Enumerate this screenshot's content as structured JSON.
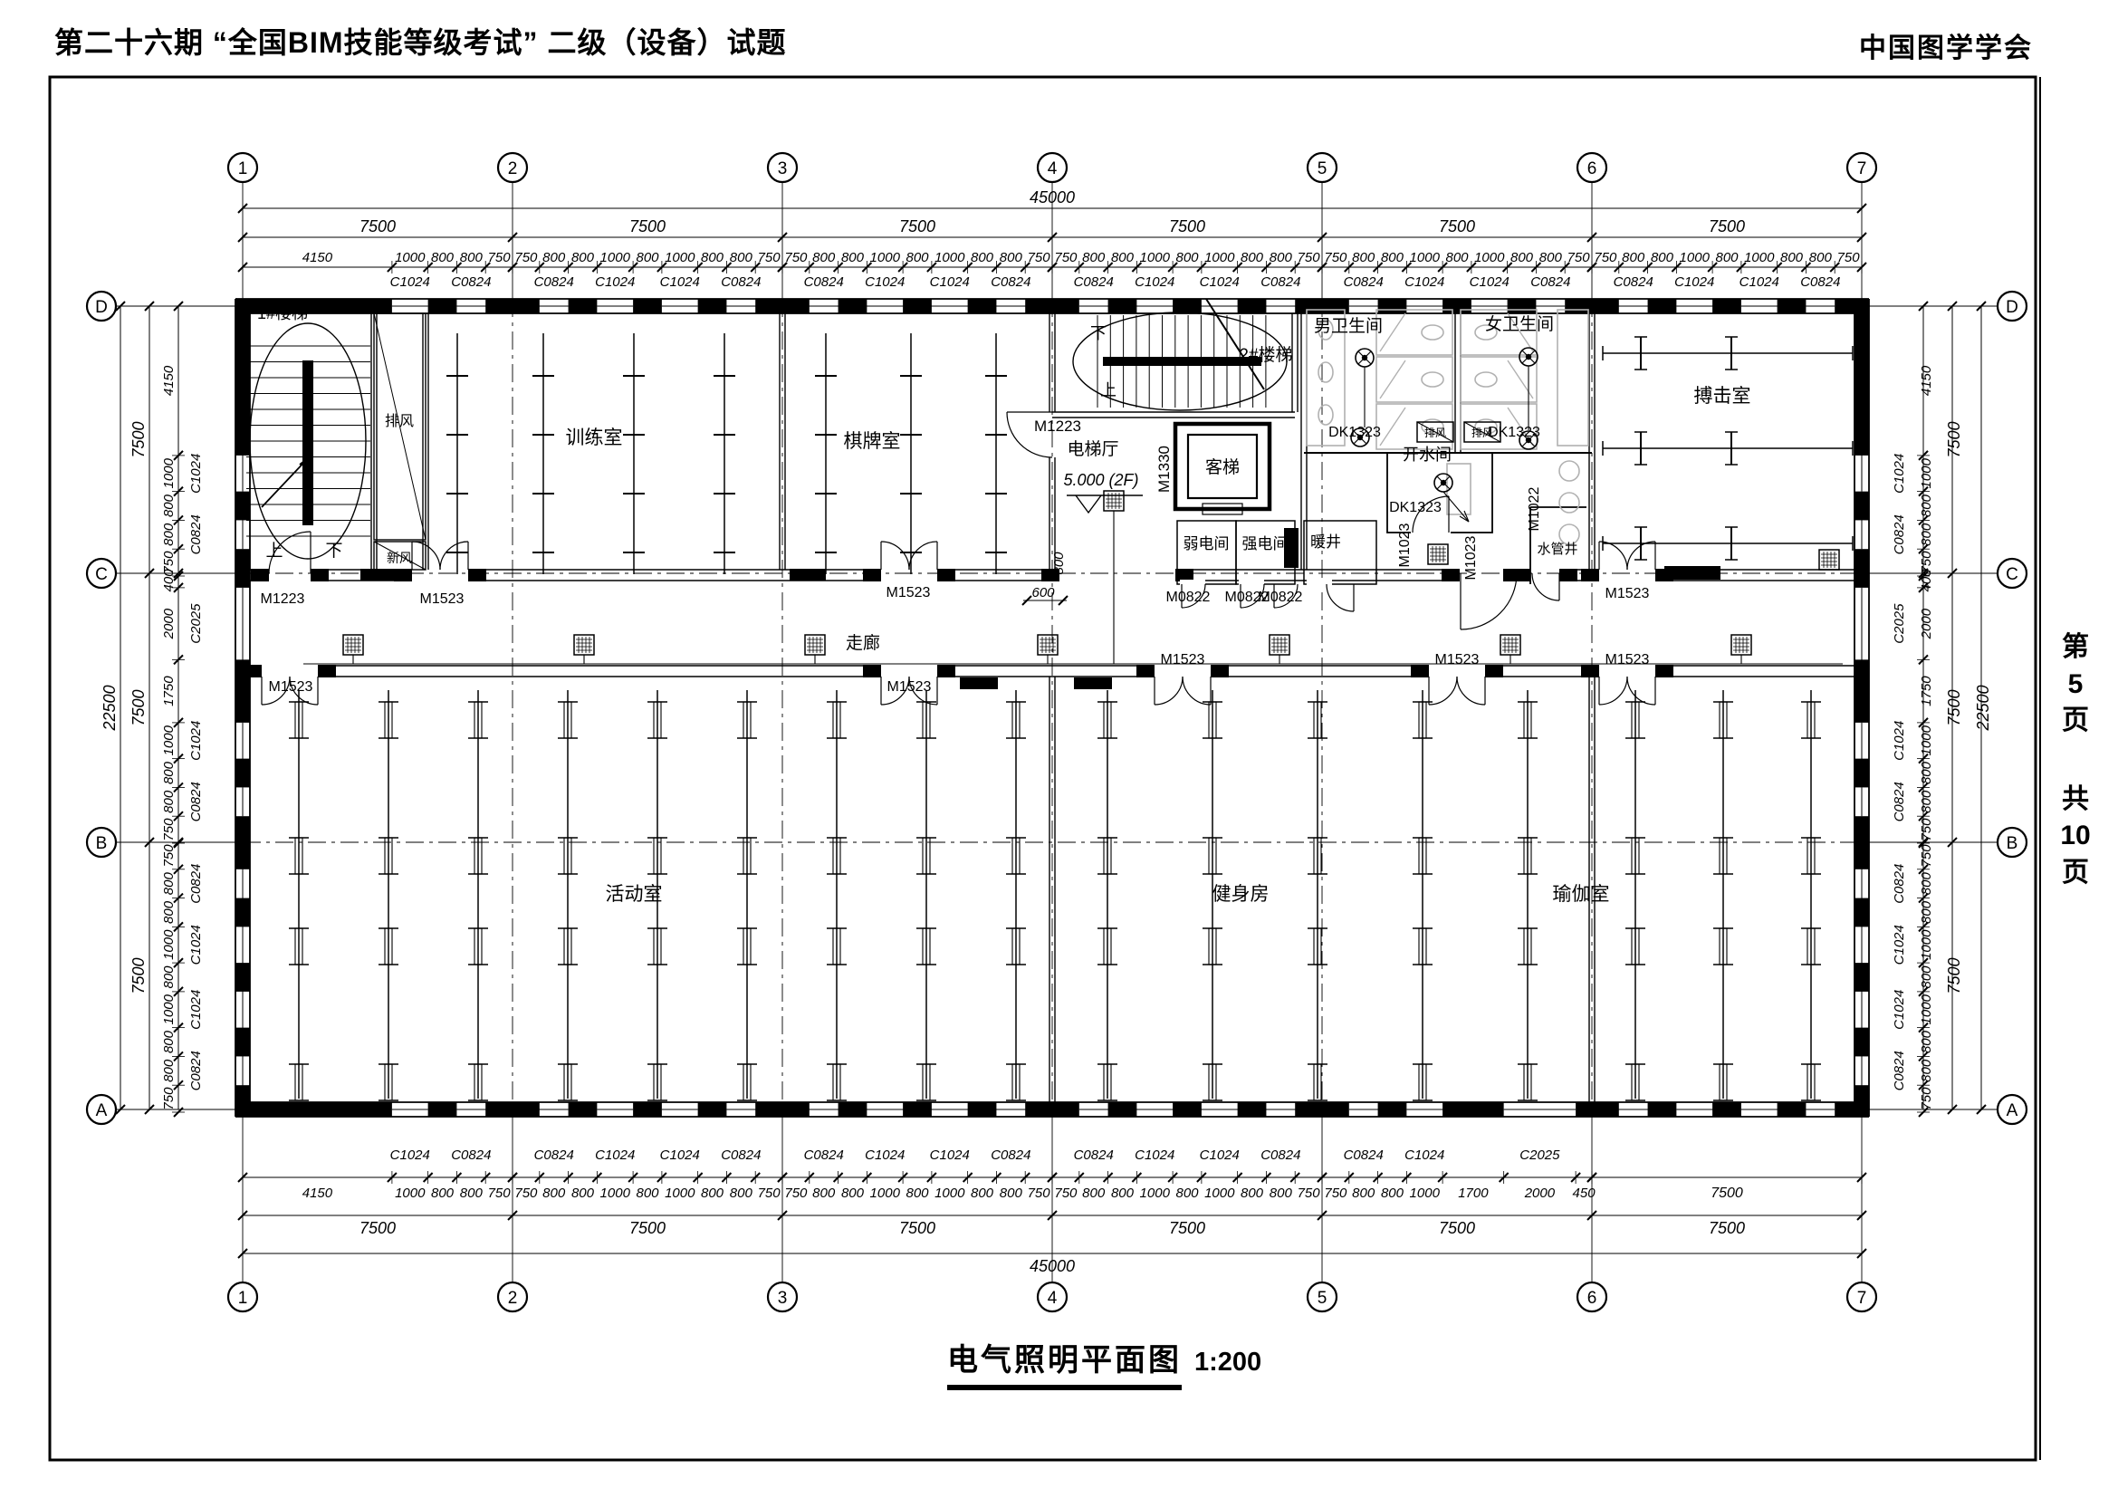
{
  "header": {
    "title_left": "第二十六期 “全国BIM技能等级考试” 二级（设备）试题",
    "org_right": "中国图学学会"
  },
  "page_info": {
    "parts": [
      "第",
      "5",
      "页",
      "共",
      "10",
      "页"
    ]
  },
  "caption": {
    "title": "电气照明平面图",
    "scale": "1:200"
  },
  "grid": {
    "cols": [
      "1",
      "2",
      "3",
      "4",
      "5",
      "6",
      "7"
    ],
    "rows": [
      "D",
      "C",
      "B",
      "A"
    ]
  },
  "dims": {
    "total_width": "45000",
    "total_height": "22500",
    "top_bays": [
      "7500",
      "7500",
      "7500",
      "7500",
      "7500",
      "7500"
    ],
    "top_segments": [
      [
        "4150",
        "1000",
        "800",
        "800",
        "750"
      ],
      [
        "750",
        "800",
        "800",
        "1000",
        "800",
        "1000",
        "800",
        "800",
        "750"
      ],
      [
        "750",
        "800",
        "800",
        "1000",
        "800",
        "1000",
        "800",
        "800",
        "750"
      ],
      [
        "750",
        "800",
        "800",
        "1000",
        "800",
        "1000",
        "800",
        "800",
        "750"
      ],
      [
        "750",
        "800",
        "800",
        "1000",
        "800",
        "1000",
        "800",
        "800",
        "750"
      ],
      [
        "750",
        "800",
        "800",
        "1000",
        "800",
        "1000",
        "800",
        "800",
        "750"
      ]
    ],
    "top_windows": [
      [
        "C1024",
        "C0824"
      ],
      [
        "C0824",
        "C1024",
        "C1024",
        "C0824"
      ],
      [
        "C0824",
        "C1024",
        "C1024",
        "C0824"
      ],
      [
        "C0824",
        "C1024",
        "C1024",
        "C0824"
      ],
      [
        "C0824",
        "C1024",
        "C1024",
        "C0824"
      ],
      [
        "C0824",
        "C1024",
        "C1024",
        "C0824"
      ]
    ],
    "bottom_bays": [
      "7500",
      "7500",
      "7500",
      "7500",
      "7500",
      "7500"
    ],
    "bottom_segments": [
      [
        "4150",
        "1000",
        "800",
        "800",
        "750"
      ],
      [
        "750",
        "800",
        "800",
        "1000",
        "800",
        "1000",
        "800",
        "800",
        "750"
      ],
      [
        "750",
        "800",
        "800",
        "1000",
        "800",
        "1000",
        "800",
        "800",
        "750"
      ],
      [
        "750",
        "800",
        "800",
        "1000",
        "800",
        "1000",
        "800",
        "800",
        "750"
      ],
      [
        "750",
        "800",
        "800",
        "1000",
        "1700",
        "2000",
        "450"
      ],
      [
        "7500"
      ]
    ],
    "bottom_windows": [
      [
        "C1024",
        "C0824"
      ],
      [
        "C0824",
        "C1024",
        "C1024",
        "C0824"
      ],
      [
        "C0824",
        "C1024",
        "C1024",
        "C0824"
      ],
      [
        "C0824",
        "C1024",
        "C1024",
        "C0824"
      ],
      [
        "C0824",
        "C1024",
        "C2025"
      ],
      []
    ],
    "left_bays": [
      "7500",
      "7500",
      "7500"
    ],
    "left_segments": [
      [
        "4150",
        "1000",
        "800",
        "800",
        "750"
      ],
      [
        "400",
        "2000",
        "1750",
        "1000",
        "800",
        "800",
        "750"
      ],
      [
        "750",
        "800",
        "800",
        "1000",
        "800",
        "1000",
        "800",
        "800",
        "750"
      ]
    ],
    "left_windows": [
      [
        "C1024",
        "C0824"
      ],
      [
        "C2025",
        "C1024",
        "C0824"
      ],
      [
        "C0824",
        "C1024",
        "C1024",
        "C0824"
      ]
    ],
    "right_bays": [
      "7500",
      "7500",
      "7500"
    ],
    "right_segments": [
      [
        "4150",
        "1000",
        "800",
        "800",
        "750"
      ],
      [
        "400",
        "2000",
        "1750",
        "1000",
        "800",
        "800",
        "750"
      ],
      [
        "750",
        "800",
        "800",
        "1000",
        "800",
        "1000",
        "800",
        "800",
        "750"
      ]
    ],
    "right_windows": [
      [
        "C1024",
        "C0824"
      ],
      [
        "C2025",
        "C1024",
        "C0824"
      ],
      [
        "C0824",
        "C1024",
        "C1024",
        "C0824"
      ]
    ],
    "inner": {
      "d600": "600",
      "d800": "800"
    }
  },
  "plan": {
    "rooms": {
      "stair1": "1#楼梯",
      "exhaust": "排风",
      "fresh_air": "新风",
      "training": "训练室",
      "chess": "棋牌室",
      "stair2": "2#楼梯",
      "elev_hall": "电梯厅",
      "elev_level": "5.000 (2F)",
      "pass_elev": "客梯",
      "weak_room": "弱电间",
      "strong_room": "强电间",
      "heat_shaft": "暖井",
      "mens_wc": "男卫生间",
      "womens_wc": "女卫生间",
      "water_room": "开水间",
      "pipe_shaft": "水管井",
      "boxing": "搏击室",
      "corridor": "走廊",
      "activity": "活动室",
      "gym": "健身房",
      "yoga": "瑜伽室",
      "up": "上",
      "down": "下"
    },
    "doors": {
      "m1223": "M1223",
      "m1523": "M1523",
      "m1330": "M1330",
      "m0822": "M0822",
      "m1023": "M1023",
      "m1022": "M1022"
    },
    "equipment": {
      "dk1323": "DK1323"
    }
  }
}
